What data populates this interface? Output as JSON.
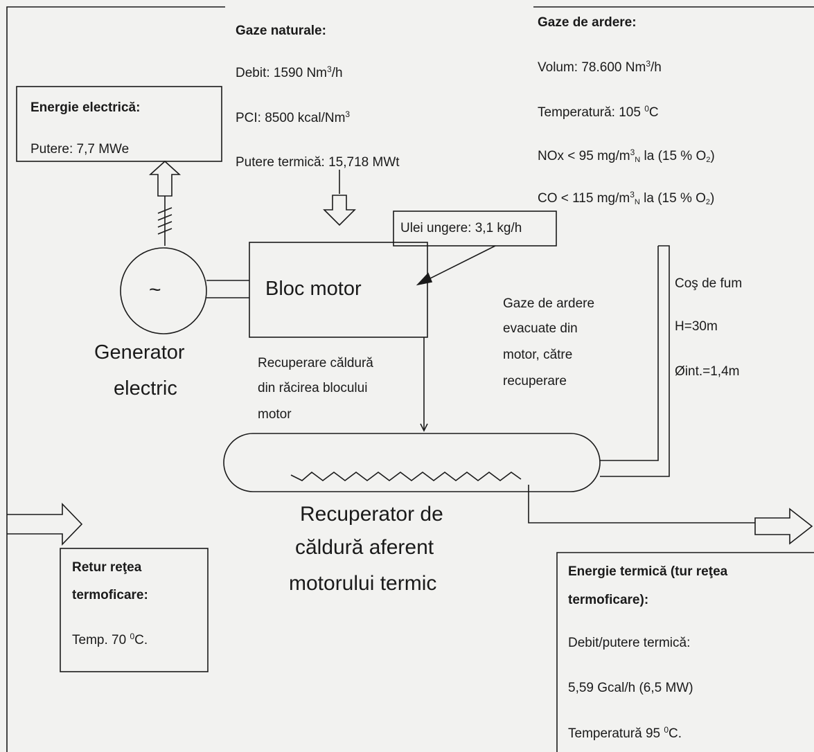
{
  "gas": {
    "title": "Gaze naturale:",
    "debit_prefix": "Debit: 1590 Nm",
    "debit_suffix": "/h",
    "pci_prefix": "PCI: 8500 kcal/Nm",
    "putere": "Putere termică: 15,718 MWt"
  },
  "flue": {
    "title": "Gaze de ardere:",
    "volum_prefix": "Volum: 78.600 Nm",
    "volum_suffix": "/h",
    "temp_prefix": "Temperatură: 105",
    "temp_suffix": "C",
    "nox_prefix": "NOx < 95 mg/m",
    "nox_mid": " la (15 % O",
    "nox_end": ")",
    "co_prefix": "CO < 115 mg/m",
    "co_mid": " la (15 % O",
    "co_end": ")"
  },
  "electric": {
    "title": "Energie electrică:",
    "putere": "Putere: 7,7 MWe"
  },
  "oil": {
    "label": "Ulei ungere: 3,1 kg/h"
  },
  "engine": {
    "label": "Bloc motor"
  },
  "generator": {
    "line1": "Generator",
    "line2": "electric",
    "symbol": "~"
  },
  "cooling": {
    "line1": "Recuperare căldură",
    "line2": "din răcirea blocului",
    "line3": "motor"
  },
  "exhaust": {
    "line1": "Gaze de ardere",
    "line2": "evacuate din",
    "line3": "motor, către",
    "line4": "recuperare"
  },
  "chimney": {
    "title": "Coş de fum",
    "height": "H=30m",
    "diameter": "Øint.=1,4m"
  },
  "recuperator": {
    "line1": "Recuperator de",
    "line2": "căldură aferent",
    "line3": "motorului termic"
  },
  "retur": {
    "line1": "Retur reţea",
    "line2": "termoficare:",
    "temp_prefix": "Temp. 70",
    "temp_suffix": "C."
  },
  "thermal": {
    "line1": "Energie termică (tur reţea",
    "line2": "termoficare):",
    "line3": "Debit/putere termică:",
    "line4": "5,59 Gcal/h (6,5 MW)",
    "temp_prefix": "Temperatură 95",
    "temp_suffix": "C."
  },
  "units": {
    "cubed": "3",
    "degree": "0",
    "normal": "N",
    "two": "2"
  }
}
